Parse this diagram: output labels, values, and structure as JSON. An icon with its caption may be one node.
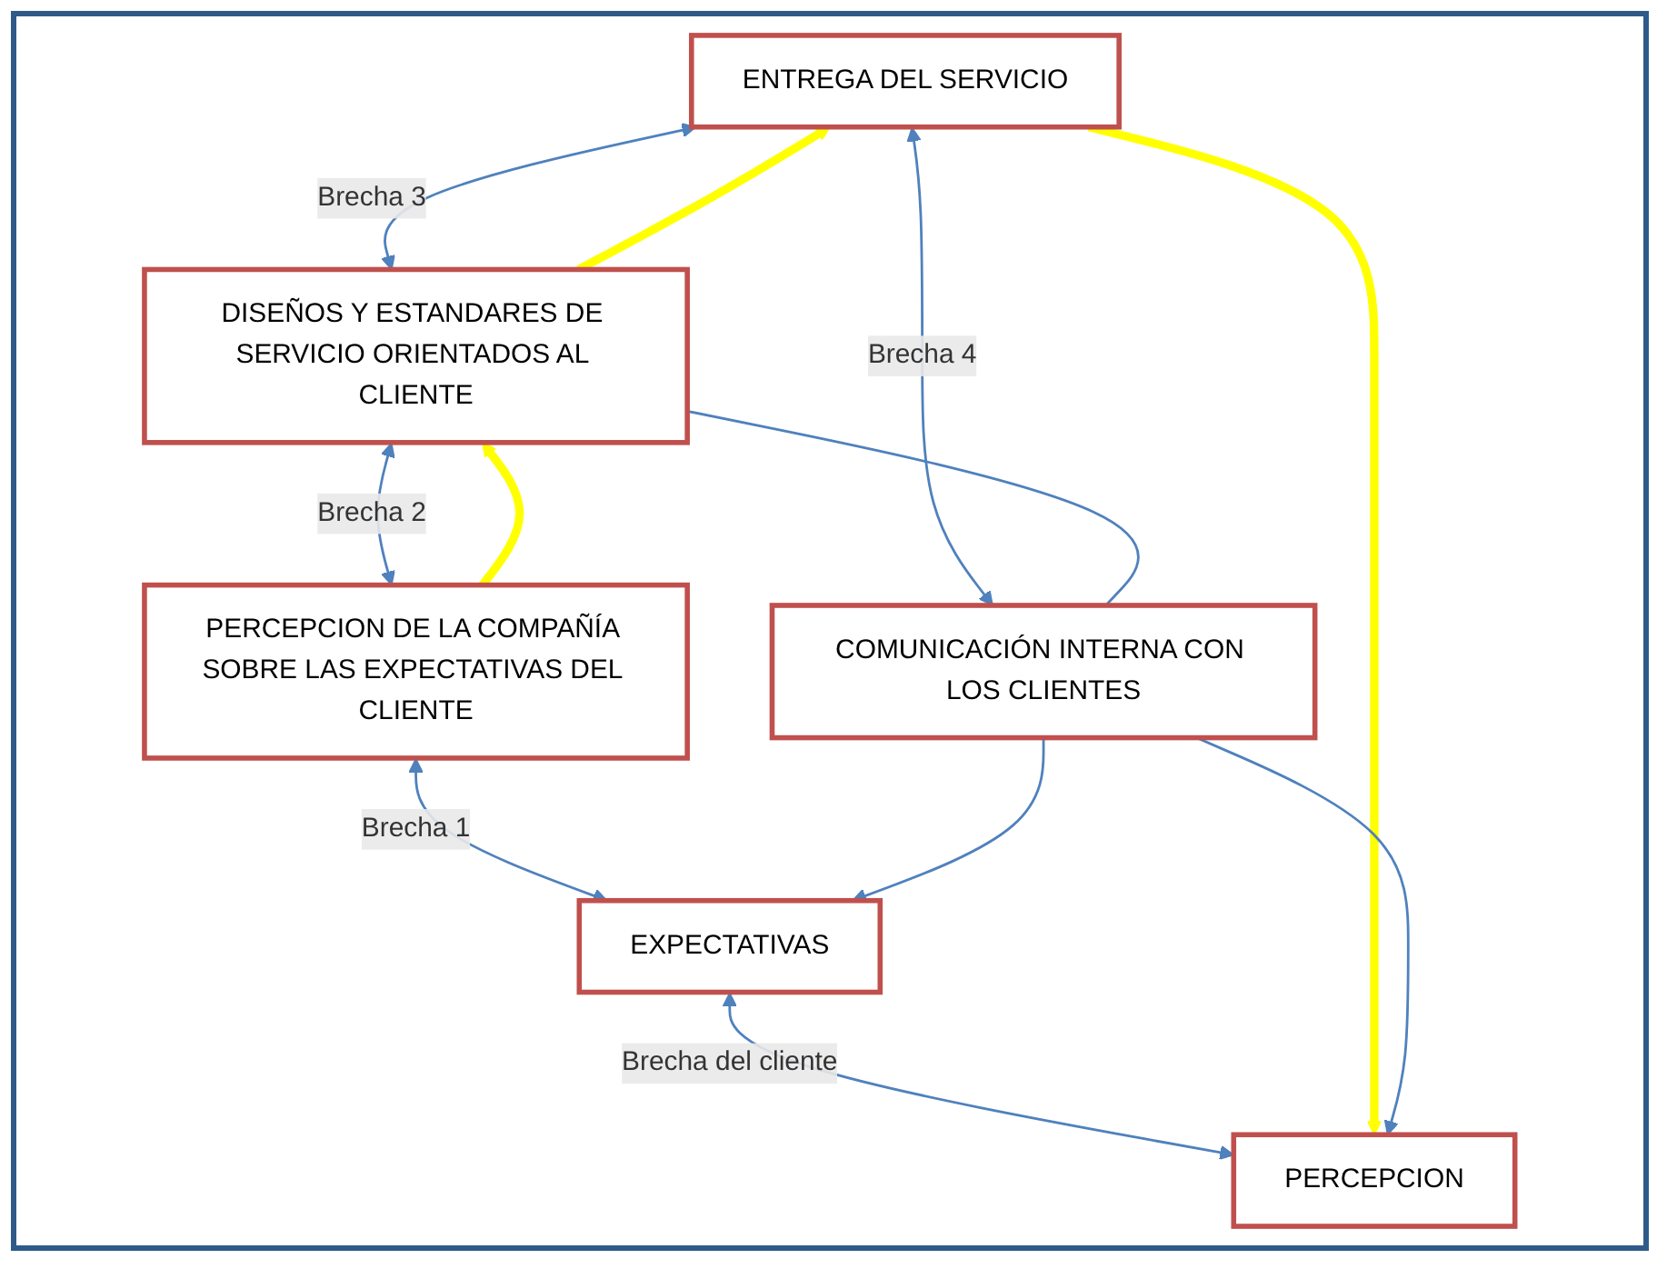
{
  "diagram": {
    "nodes": [
      {
        "text": [
          "EXPECTATIVAS"
        ]
      },
      {
        "text": [
          "PERCEPCION"
        ]
      },
      {
        "text": [
          "ENTREGA DEL SERVICIO"
        ]
      },
      {
        "text": [
          "DISEÑOS Y ESTANDARES DE SERVICIO ORIENTADOS AL CLIENTE"
        ]
      },
      {
        "text": [
          "PERCEPCION DE LA COMPAÑÍA SOBRE LAS EXPECTATIVAS DEL CLIENTE"
        ]
      },
      {
        "text": [
          "COMUNICACIÓN INTERNA CON LOS CLIENTES"
        ]
      }
    ],
    "edges": [
      {
        "from": 4,
        "to": 0,
        "arrow": "both",
        "label": "Brecha 1"
      },
      {
        "from": 0,
        "to": 1,
        "arrow": "both",
        "label": "Brecha del cliente"
      },
      {
        "from": 2,
        "to": 1,
        "arrow": "to",
        "style": "thick",
        "color": "#ffff00"
      },
      {
        "from": 2,
        "to": 3,
        "arrow": "both",
        "label": "Brecha 3"
      },
      {
        "from": 3,
        "to": 2,
        "arrow": "to",
        "style": "thick",
        "color": "#ffff00"
      },
      {
        "from": 3,
        "to": 4,
        "arrow": "both",
        "label": "Brecha 2"
      },
      {
        "from": 4,
        "to": 3,
        "arrow": "to",
        "style": "thick",
        "color": "#ffff00"
      },
      {
        "from": 2,
        "to": 5,
        "arrow": "both",
        "label": "Brecha 4"
      },
      {
        "from": 5,
        "to": 0,
        "arrow": "to"
      },
      {
        "from": 5,
        "to": 1,
        "arrow": "to"
      },
      {
        "from": 3,
        "to": 5,
        "arrow": "none"
      }
    ]
  }
}
